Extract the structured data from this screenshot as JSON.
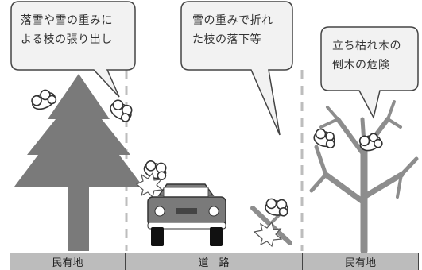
{
  "callouts": {
    "left": "落雪や雪の重みに\nよる枝の張り出し",
    "center": "雪の重みで折れ\nた枝の落下等",
    "right": "立ち枯れ木の\n倒木の危険"
  },
  "ground_labels": {
    "left": "民有地",
    "center": "道　路",
    "right": "民有地"
  },
  "colors": {
    "tree_gray": "#7a7a7a",
    "ground_gray": "#bcbcbc",
    "dashed_line": "#bdbdbd",
    "bubble_fill": "#f2f2f2"
  }
}
